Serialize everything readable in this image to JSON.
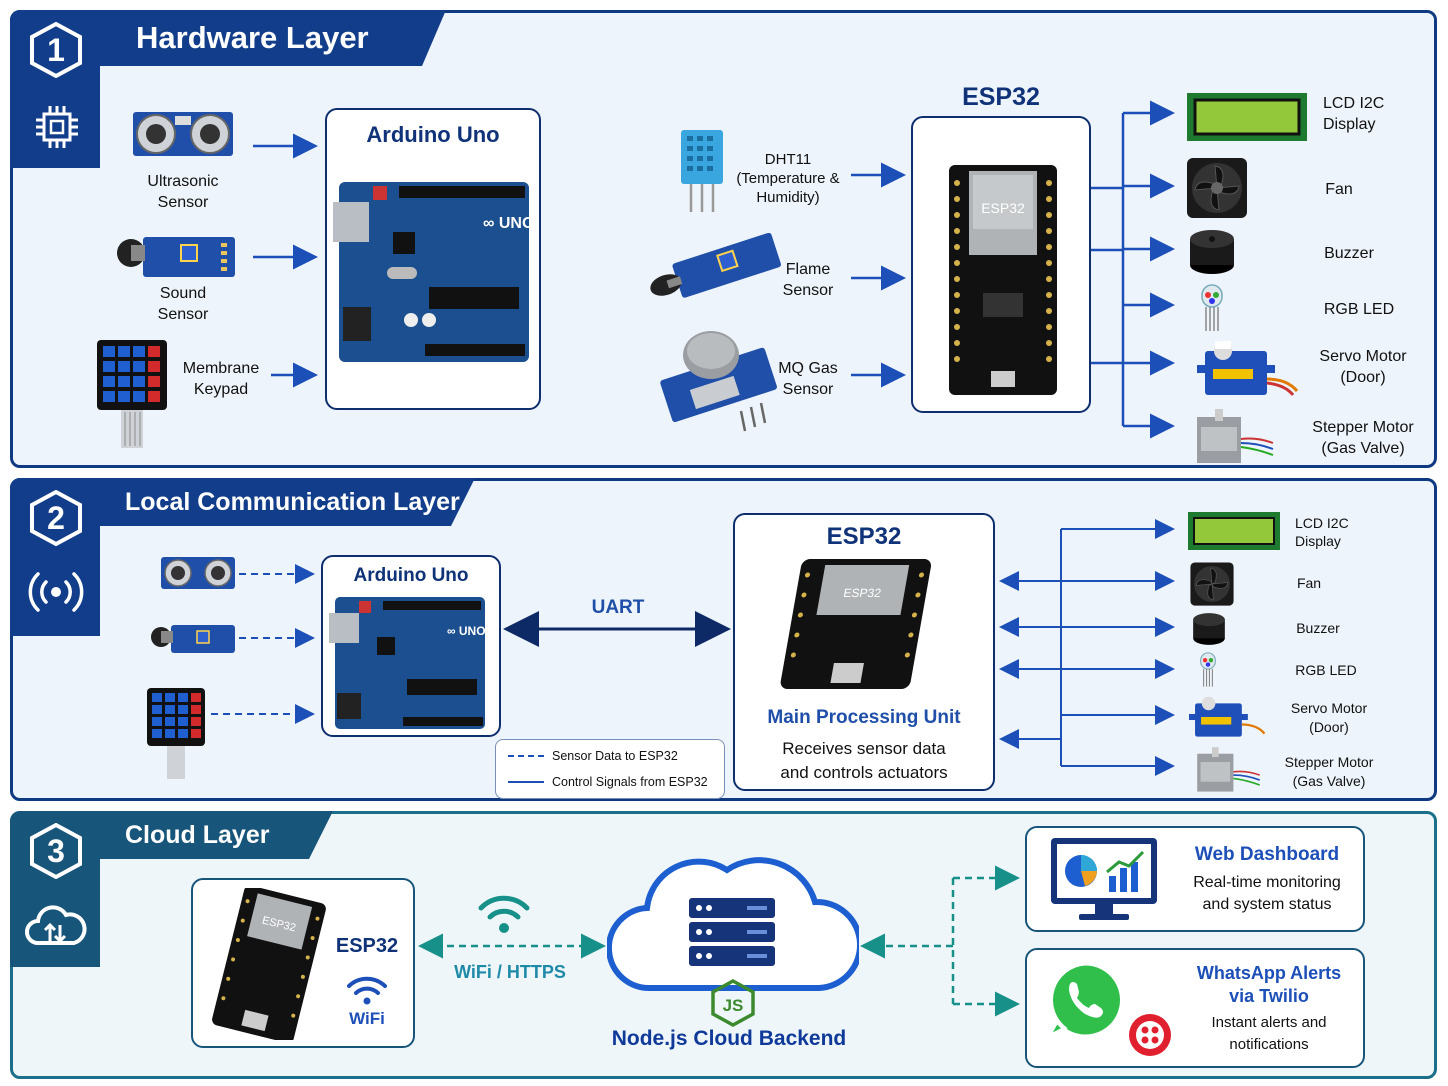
{
  "layer1": {
    "number": "1",
    "title": "Hardware Layer",
    "arduino_title": "Arduino Uno",
    "esp32_title": "ESP32",
    "uno_sensors": [
      {
        "label": "Ultrasonic\nSensor",
        "icon": "ultrasonic-sensor-icon"
      },
      {
        "label": "Sound\nSensor",
        "icon": "sound-sensor-icon"
      },
      {
        "label": "Membrane\nKeypad",
        "icon": "keypad-icon"
      }
    ],
    "esp_sensors": [
      {
        "label": "DHT11\n(Temperature &\nHumidity)",
        "icon": "dht11-icon"
      },
      {
        "label": "Flame\nSensor",
        "icon": "flame-sensor-icon"
      },
      {
        "label": "MQ Gas\nSensor",
        "icon": "gas-sensor-icon"
      }
    ],
    "actuators": [
      {
        "label": "LCD I2C\nDisplay",
        "icon": "lcd-icon"
      },
      {
        "label": "Fan",
        "icon": "fan-icon"
      },
      {
        "label": "Buzzer",
        "icon": "buzzer-icon"
      },
      {
        "label": "RGB LED",
        "icon": "led-icon"
      },
      {
        "label": "Servo Motor\n(Door)",
        "icon": "servo-icon"
      },
      {
        "label": "Stepper Motor\n(Gas Valve)",
        "icon": "stepper-icon"
      }
    ]
  },
  "layer2": {
    "number": "2",
    "title": "Local Communication Layer",
    "arduino_title": "Arduino Uno",
    "uart_label": "UART",
    "esp32_title": "ESP32",
    "esp32_subtitle": "Main Processing Unit",
    "esp32_desc": "Receives sensor data\nand controls actuators",
    "legend": {
      "dashed": "Sensor Data to ESP32",
      "solid": "Control Signals from ESP32"
    },
    "actuators": [
      {
        "label": "LCD I2C\nDisplay"
      },
      {
        "label": "Fan"
      },
      {
        "label": "Buzzer"
      },
      {
        "label": "RGB LED"
      },
      {
        "label": "Servo Motor\n(Door)"
      },
      {
        "label": "Stepper Motor\n(Gas Valve)"
      }
    ]
  },
  "layer3": {
    "number": "3",
    "title": "Cloud Layer",
    "esp32_title": "ESP32",
    "esp32_wifi": "WiFi",
    "link_label": "WiFi / HTTPS",
    "backend_label": "Node.js Cloud Backend",
    "dashboard": {
      "title": "Web Dashboard",
      "desc": "Real-time monitoring\nand system status"
    },
    "whatsapp": {
      "title": "WhatsApp Alerts\nvia Twilio",
      "desc": "Instant alerts and\nnotifications"
    }
  },
  "colors": {
    "navy": "#123d8a",
    "teal": "#18557a",
    "arrow": "#1d4fb8",
    "text_title": "#0f3278"
  }
}
